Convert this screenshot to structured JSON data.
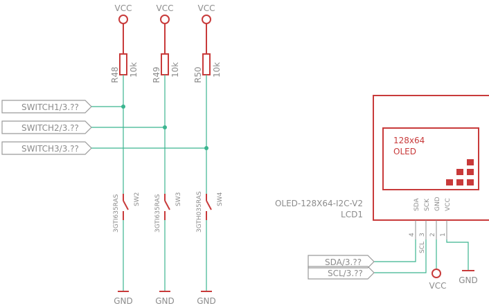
{
  "power": {
    "vcc": "VCC",
    "gnd": "GND"
  },
  "resistors": [
    {
      "ref": "R48",
      "value": "10k"
    },
    {
      "ref": "R49",
      "value": "10k"
    },
    {
      "ref": "R50",
      "value": "10k"
    }
  ],
  "switches": [
    {
      "ref": "SW2",
      "part": "3GTI635RAS"
    },
    {
      "ref": "SW3",
      "part": "3GTI635RAS"
    },
    {
      "ref": "SW4",
      "part": "3GTH035RAS"
    }
  ],
  "net_labels": {
    "switch1": "SWITCH1/3.??",
    "switch2": "SWITCH2/3.??",
    "switch3": "SWITCH3/3.??",
    "sda": "SDA/3.??",
    "scl": "SCL/3.??"
  },
  "oled": {
    "screen_line1": "128x64",
    "screen_line2": "OLED",
    "part_name": "OLED-128X64-I2C-V2",
    "ref": "LCD1",
    "pins": [
      "SDA",
      "SCK",
      "GND",
      "VCC"
    ],
    "pin_numbers": [
      "4",
      "3",
      "2",
      "1"
    ],
    "scl_net_short": "SCL"
  },
  "colors": {
    "wire": "#3bb58f",
    "component": "#c83a3a",
    "label": "#8c8c8c"
  }
}
